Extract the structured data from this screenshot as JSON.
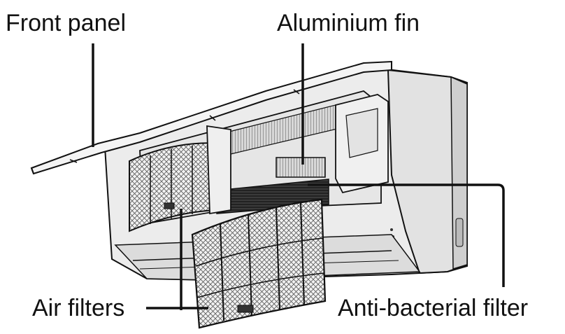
{
  "labels": {
    "front_panel": "Front panel",
    "aluminium_fin": "Aluminium fin",
    "air_filters": "Air filters",
    "anti_bacterial_filter": "Anti-bacterial filter"
  },
  "colors": {
    "line": "#111111",
    "unit_body": "#e9e9e9",
    "unit_shadow": "#c8c8c8",
    "filter_mesh": "#6a6a6a",
    "dark_filter": "#2a2a2a",
    "background": "#ffffff"
  }
}
